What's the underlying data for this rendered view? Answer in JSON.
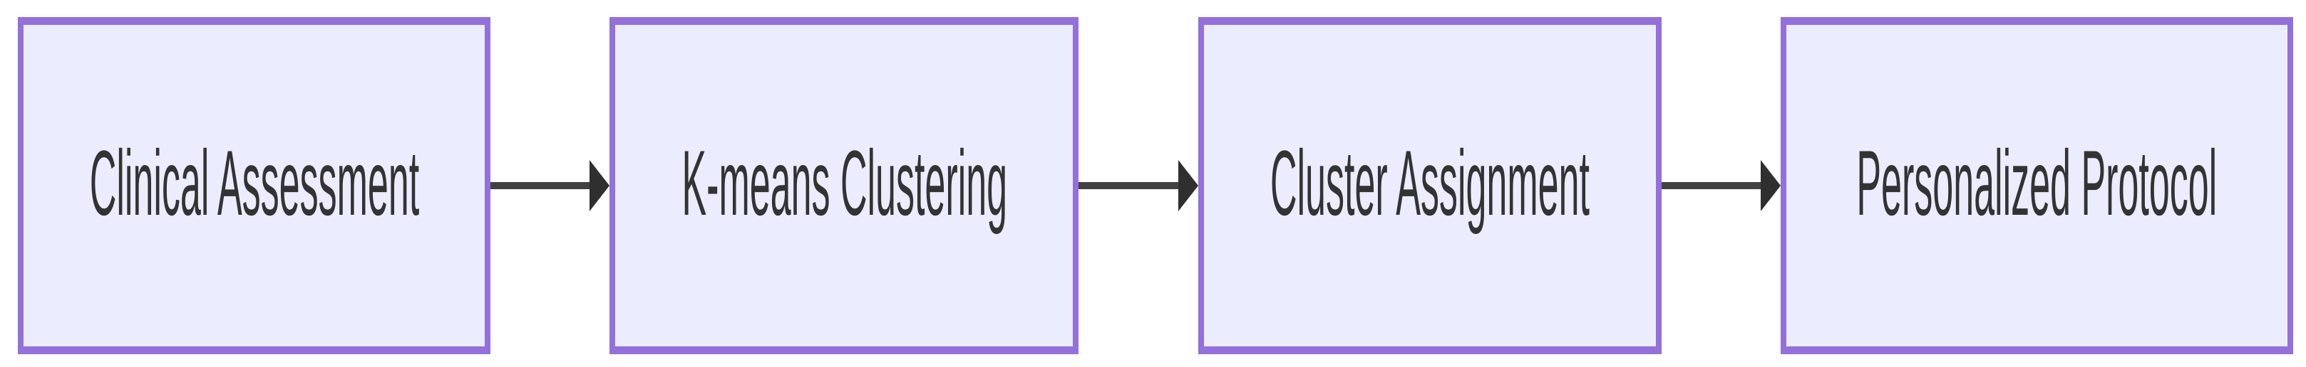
{
  "flow": {
    "type": "flowchart-left-to-right",
    "nodes": [
      {
        "label": "Clinical Assessment"
      },
      {
        "label": "K-means Clustering"
      },
      {
        "label": "Cluster Assignment"
      },
      {
        "label": "Personalized Protocol"
      }
    ],
    "edges": [
      {
        "from": "Clinical Assessment",
        "to": "K-means Clustering",
        "style": "solid-arrow"
      },
      {
        "from": "K-means Clustering",
        "to": "Cluster Assignment",
        "style": "solid-arrow"
      },
      {
        "from": "Cluster Assignment",
        "to": "Personalized Protocol",
        "style": "solid-arrow"
      }
    ]
  },
  "colors": {
    "background": "#ffffff",
    "node_fill": "#ECECFF",
    "node_border": "#9370DB",
    "edge_color": "#424242",
    "edge_head": "#2f2f2f",
    "text_color": "#333333"
  }
}
